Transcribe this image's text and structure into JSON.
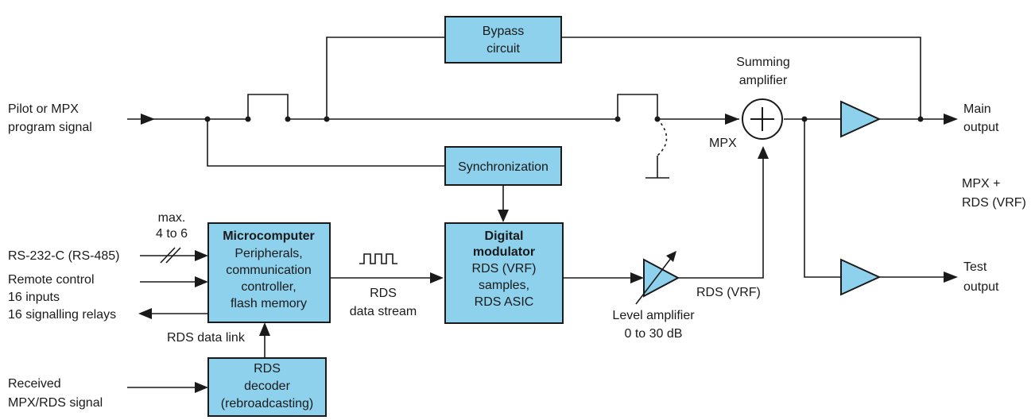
{
  "blocks": {
    "bypass": [
      "Bypass",
      "circuit"
    ],
    "sync": [
      "Synchronization"
    ],
    "digital_mod_title": [
      "Digital",
      "modulator"
    ],
    "digital_mod_body": [
      "RDS (VRF)",
      "samples,",
      "RDS ASIC"
    ],
    "micro_title": [
      "Microcomputer"
    ],
    "micro_body": [
      "Peripherals,",
      "communication",
      "controller,",
      "flash memory"
    ],
    "rds_decoder": [
      "RDS",
      "decoder",
      "(rebroadcasting)"
    ]
  },
  "labels": {
    "pilot": [
      "Pilot or MPX",
      "program signal"
    ],
    "summing": [
      "Summing",
      "amplifier"
    ],
    "mpx": "MPX",
    "main_output": [
      "Main",
      "output"
    ],
    "mpx_rds": [
      "MPX +",
      "RDS (VRF)"
    ],
    "test_output": [
      "Test",
      "output"
    ],
    "max": [
      "max.",
      "4 to 6"
    ],
    "rs232": "RS-232-C (RS-485)",
    "remote": [
      "Remote control",
      "16 inputs",
      "16 signalling relays"
    ],
    "rds_data_link": "RDS data link",
    "received": [
      "Received",
      "MPX/RDS signal"
    ],
    "rds_stream": [
      "RDS",
      "data stream"
    ],
    "rds_vrf": "RDS (VRF)",
    "level_amp": [
      "Level amplifier",
      "0 to 30 dB"
    ]
  }
}
